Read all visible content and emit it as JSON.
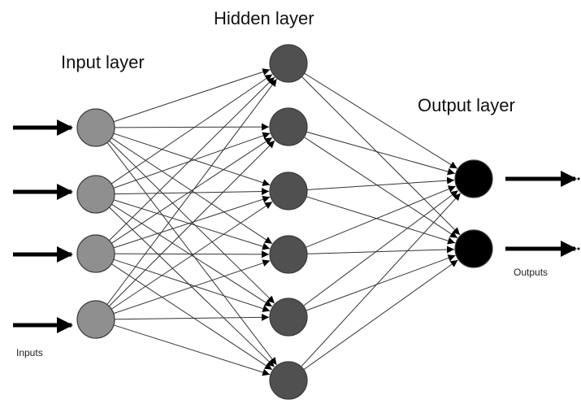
{
  "title": "Neural network diagram",
  "labels": {
    "input_layer": "Input layer",
    "hidden_layer": "Hidden layer",
    "output_layer": "Output layer",
    "inputs": "Inputs",
    "outputs": "Outputs"
  },
  "layers": [
    {
      "name": "input",
      "node_count": 4,
      "color": "#8f8f8f"
    },
    {
      "name": "hidden",
      "node_count": 6,
      "color": "#505050"
    },
    {
      "name": "output",
      "node_count": 2,
      "color": "#000000"
    }
  ],
  "connections": "fully-connected",
  "colors": {
    "edge": "#333333",
    "arrow": "#000000",
    "node_stroke": "#3a3a3a",
    "background": "#ffffff"
  }
}
